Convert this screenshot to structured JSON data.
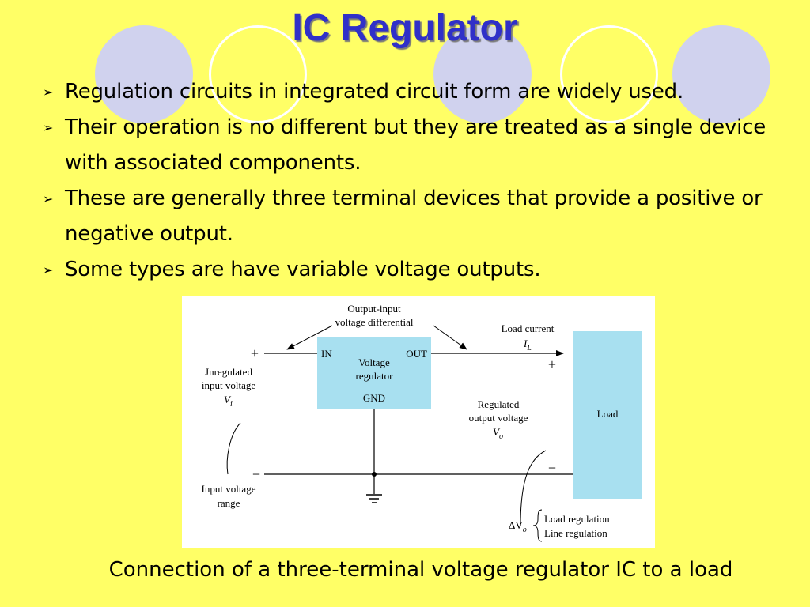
{
  "slide": {
    "title": "IC Regulator",
    "bullets": [
      "Regulation circuits in integrated circuit form are widely used.",
      "Their operation is no different but they are treated as a single device with associated components.",
      "These are generally three terminal devices that provide a positive or negative output.",
      "Some types are have variable voltage outputs."
    ],
    "caption": "Connection of a three-terminal voltage regulator IC to a load"
  },
  "diagram": {
    "output_input_line1": "Output-input",
    "output_input_line2": "voltage differential",
    "load_current": "Load current",
    "il_symbol": "I",
    "il_sub": "L",
    "pin_in": "IN",
    "pin_out": "OUT",
    "pin_gnd": "GND",
    "regulator_line1": "Voltage",
    "regulator_line2": "regulator",
    "plus_left": "+",
    "plus_right": "+",
    "minus_left": "−",
    "minus_right": "−",
    "unreg_line1": "Jnregulated",
    "unreg_line2": "input voltage",
    "vi_symbol": "V",
    "vi_sub": "i",
    "regulated_line1": "Regulated",
    "regulated_line2": "output voltage",
    "vo_symbol": "V",
    "vo_sub": "o",
    "load": "Load",
    "input_range_line1": "Input voltage",
    "input_range_line2": "range",
    "delta_vo": "ΔV",
    "delta_vo_sub": "o",
    "load_regulation": "Load regulation",
    "line_regulation": "Line regulation"
  },
  "colors": {
    "background": "#ffff66",
    "title": "#3030c8",
    "decor_circle": "#d0d2ee",
    "box_fill": "#a8e0f0"
  }
}
